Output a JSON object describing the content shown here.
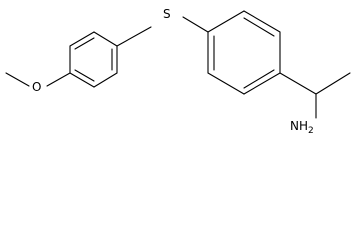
{
  "atoms": {
    "methoxy_o": "O",
    "thioether_s": "S",
    "amine": "NH",
    "amine_h_count": "2"
  },
  "colors": {
    "bond": "#000000",
    "label": "#000000",
    "background": "#ffffff"
  }
}
